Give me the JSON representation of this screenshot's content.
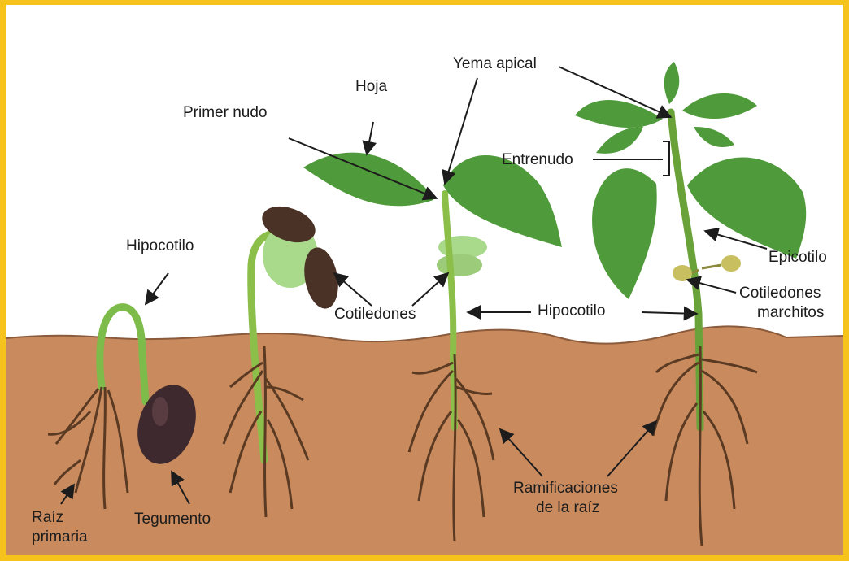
{
  "colors": {
    "border": "#f6c21c",
    "soil": "#c98a5e",
    "leaf": "#4f9a3a",
    "cotyledon": "#a9d98a",
    "seed": "#3e2a2e",
    "root": "#5a3a22",
    "arrow": "#1c1c1c"
  },
  "labels": {
    "hipocotilo_1": "Hipocotilo",
    "raiz_primaria_1": "Raíz",
    "raiz_primaria_2": "primaria",
    "tegumento": "Tegumento",
    "primer_nudo": "Primer nudo",
    "hoja": "Hoja",
    "cotiledones": "Cotiledones",
    "yema_apical": "Yema apical",
    "entrenudo": "Entrenudo",
    "epicotilo": "Epicotilo",
    "cotiledones_marchitos_1": "Cotiledones",
    "cotiledones_marchitos_2": "marchitos",
    "hipocotilo_2": "Hipocotilo",
    "ramificaciones_1": "Ramificaciones",
    "ramificaciones_2": "de la raíz"
  }
}
